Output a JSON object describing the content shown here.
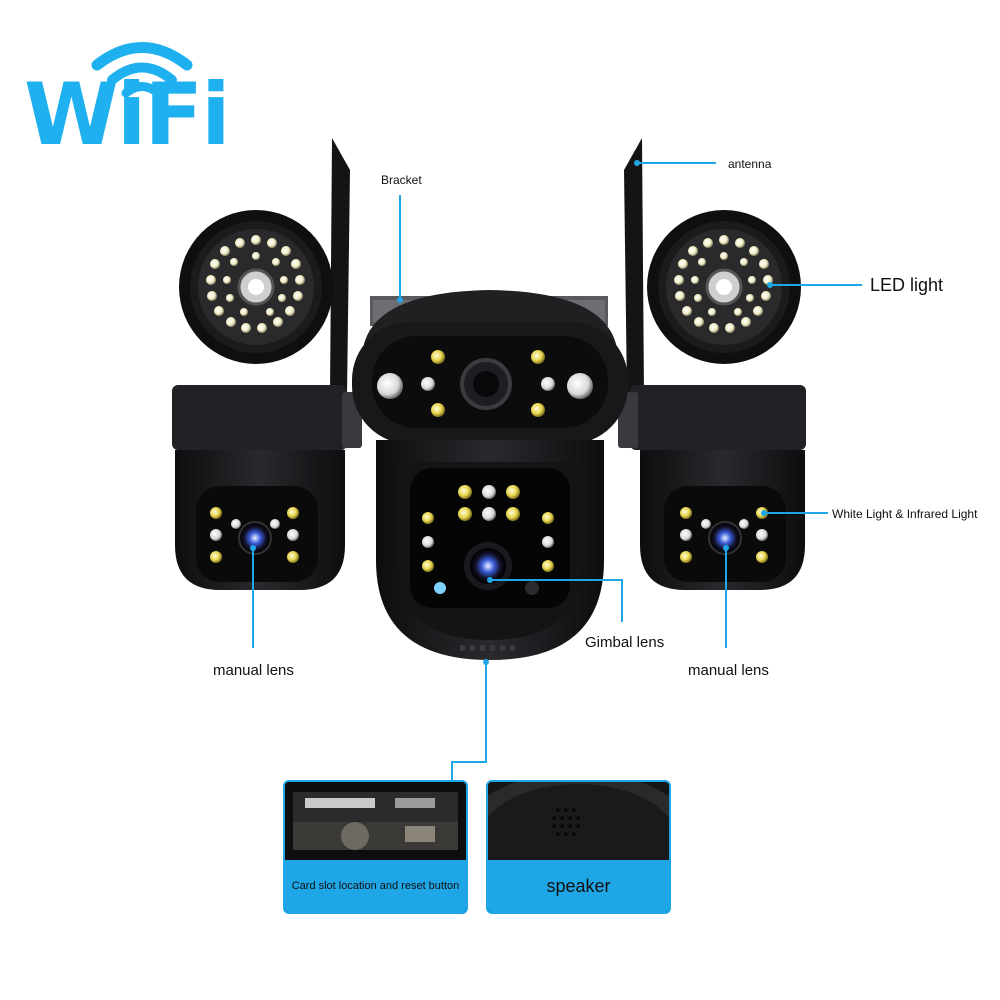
{
  "logo": {
    "text": "WiFi",
    "color": "#1fb1ef"
  },
  "callouts": {
    "bracket": "Bracket",
    "antenna": "antenna",
    "led_light": "LED light",
    "white_ir_light": "White Light & Infrared Light",
    "gimbal_lens": "Gimbal lens",
    "manual_lens_left": "manual lens",
    "manual_lens_right": "manual lens"
  },
  "panels": {
    "card_slot": "Card slot location and reset button",
    "speaker": "speaker"
  },
  "colors": {
    "accent": "#1fa6e6",
    "body": "#1c1c1e"
  }
}
